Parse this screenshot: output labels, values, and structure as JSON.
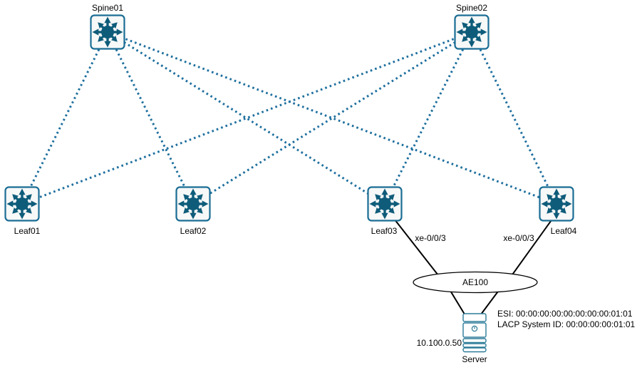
{
  "nodes": {
    "spine01": {
      "label": "Spine01"
    },
    "spine02": {
      "label": "Spine02"
    },
    "leaf01": {
      "label": "Leaf01"
    },
    "leaf02": {
      "label": "Leaf02"
    },
    "leaf03": {
      "label": "Leaf03"
    },
    "leaf04": {
      "label": "Leaf04"
    }
  },
  "links": {
    "leaf03_downlink": {
      "label": "xe-0/0/3"
    },
    "leaf04_downlink": {
      "label": "xe-0/0/3"
    }
  },
  "lag": {
    "label": "AE100"
  },
  "server": {
    "label": "Server",
    "ip": "10.100.0.50",
    "esi": "ESI: 00:00:00:00:00:00:00:00:01:01",
    "lacp_system_id": "LACP System ID: 00:00:00:00:01:01"
  },
  "colors": {
    "switch_glyph": "#0e5c7a",
    "switch_border": "#1a6d94",
    "dotted_link": "#1e6f9e",
    "solid_link": "#000000",
    "server_stroke": "#2c7b98"
  }
}
